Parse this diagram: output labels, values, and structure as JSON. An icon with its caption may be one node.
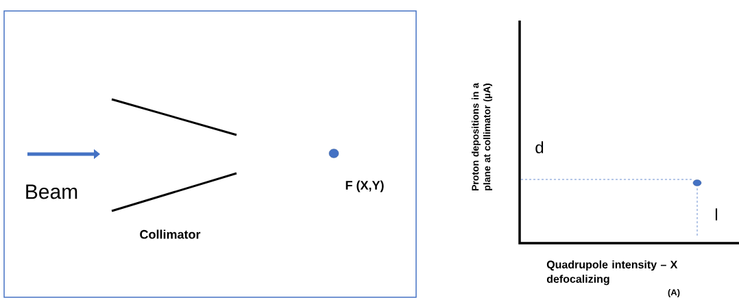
{
  "diagram": {
    "labels": [
      "Beam",
      "Collimator",
      "F (X,Y)",
      "Proton depositions in a plane at collimator (µA)",
      "d",
      "l",
      "Quadrupole intensity – X defocalizing",
      "(A)"
    ]
  }
}
